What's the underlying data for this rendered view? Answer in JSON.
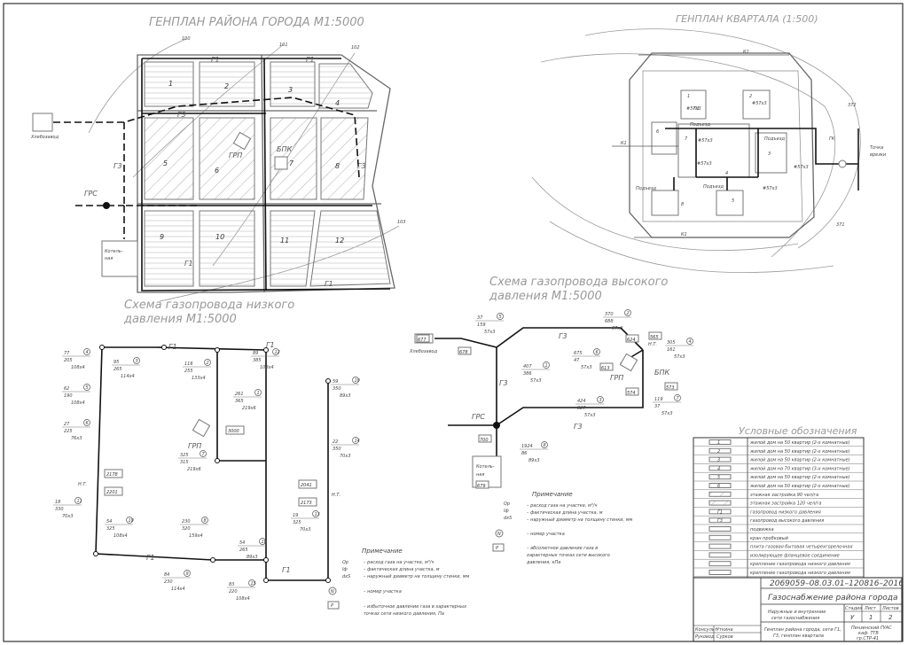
{
  "titles": {
    "city_plan": "ГЕНПЛАН РАЙОНА ГОРОДА М1:5000",
    "quarter_plan": "ГЕНПЛАН КВАРТАЛА (1:500)",
    "low_pressure_1": "Схема газопровода низкого",
    "low_pressure_2": "давления М1:5000",
    "high_pressure_1": "Схема газопровода высокого",
    "high_pressure_2": "давления М1:5000"
  },
  "city_plan": {
    "khlebozavod": "Хлебозавод",
    "kotelnaya_1": "Котель-",
    "kotelnaya_2": "ная",
    "grs": "ГРС",
    "grp": "ГРП",
    "bpk": "БПК",
    "g1_a": "Г1",
    "g1_b": "Г1",
    "g1_c": "Г1",
    "g1_d": "Г1",
    "g3_a": "Г3",
    "g3_b": "Г3",
    "g3_c": "Г3",
    "contour_100": "100",
    "contour_101": "101",
    "contour_102": "102",
    "contour_103": "103",
    "blocks": [
      "1",
      "2",
      "3",
      "4",
      "5",
      "6",
      "7",
      "8",
      "9",
      "10",
      "11",
      "12"
    ]
  },
  "quarter_plan": {
    "k1_top": "К1",
    "k1_left": "К1",
    "k1_bottom": "К1",
    "contour_372": "372",
    "contour_371": "371",
    "gk": "ГК",
    "tochka_1": "Точка",
    "tochka_2": "врезки",
    "podezd": "Подъезд",
    "n1": "1",
    "n2": "2",
    "n3": "3",
    "n4": "4",
    "n5": "5",
    "n6": "6",
    "n7": "7",
    "n8": "8",
    "label_a": "#57x3",
    "label_b": "П1"
  },
  "low_scheme": {
    "g1_top1": "Г1",
    "g1_top2": "Г1",
    "g1_bottom1": "Г1",
    "g1_bottom2": "Г1",
    "grp": "ГРП",
    "nt_left": "Н.Т.",
    "nt_right": "Н.Т.",
    "boxes": [
      "3000",
      "2178",
      "2201",
      "2041",
      "2173"
    ],
    "nodes": [
      {
        "n": "4",
        "q": "77",
        "l": "205",
        "d": "108x4"
      },
      {
        "n": "5",
        "q": "62",
        "l": "190",
        "d": "108x4"
      },
      {
        "n": "6",
        "q": "27",
        "l": "225",
        "d": "76x3"
      },
      {
        "n": "11",
        "q": "18",
        "l": "330",
        "d": "70x3"
      },
      {
        "n": "3",
        "q": "95",
        "l": "265",
        "d": "114x4"
      },
      {
        "n": "2",
        "q": "116",
        "l": "255",
        "d": "133x4"
      },
      {
        "n": "12",
        "q": "89",
        "l": "385",
        "d": "108x4"
      },
      {
        "n": "1",
        "q": "261",
        "l": "365",
        "d": "219x6"
      },
      {
        "n": "7",
        "q": "325",
        "l": "315",
        "d": "219x6"
      },
      {
        "n": "10",
        "q": "59",
        "l": "350",
        "d": "89x3"
      },
      {
        "n": "14",
        "q": "22",
        "l": "350",
        "d": "70x3"
      },
      {
        "n": "13",
        "q": "19",
        "l": "325",
        "d": "70x3"
      },
      {
        "n": "10",
        "q": "54",
        "l": "325",
        "d": "108x4"
      },
      {
        "n": "8",
        "q": "230",
        "l": "320",
        "d": "159x4"
      },
      {
        "n": "16",
        "q": "54",
        "l": "265",
        "d": "89x3"
      },
      {
        "n": "9",
        "q": "84",
        "l": "230",
        "d": "114x4"
      },
      {
        "n": "15",
        "q": "83",
        "l": "220",
        "d": "108x4"
      }
    ],
    "legend_qp": "Qp",
    "legend_l": "lф",
    "legend_d": "dxS",
    "legend_n": "N",
    "legend_p": "P",
    "note_title": "Примечание",
    "notes": [
      "– расход газа на участке, м³/ч",
      "– фактическая длина участка, м",
      "– наружный диаметр на толщину стенки, мм",
      "– номер участка",
      "– избыточное давление газа в характерных",
      "   точках сети низкого давления, Па"
    ]
  },
  "high_scheme": {
    "khlebozavod": "Хлебозавод",
    "kotelnaya_1": "Котель-",
    "kotelnaya_2": "ная",
    "grs": "ГРС",
    "grp": "ГРП",
    "bpk": "БПК",
    "nt": "Н.Т.",
    "g3_a": "Г3",
    "g3_b": "Г3",
    "g3_c": "Г3",
    "boxes": [
      "677",
      "678",
      "624",
      "565",
      "613",
      "574",
      "573",
      "700",
      "679"
    ],
    "nodes": [
      {
        "n": "5",
        "q": "37",
        "l": "159",
        "d": "57x3"
      },
      {
        "n": "2",
        "q": "370",
        "l": "688",
        "d": "57x3"
      },
      {
        "n": "4",
        "q": "305",
        "l": "161",
        "d": "57x3"
      },
      {
        "n": "6",
        "q": "675",
        "l": "47",
        "d": "57x3"
      },
      {
        "n": "1",
        "q": "407",
        "l": "386",
        "d": "57x3"
      },
      {
        "n": "3",
        "q": "424",
        "l": "827",
        "d": "57x3"
      },
      {
        "n": "7",
        "q": "119",
        "l": "37",
        "d": "57x3"
      },
      {
        "n": "8",
        "q": "1924",
        "l": "86",
        "d": "89x3"
      }
    ],
    "legend_qp": "Qp",
    "legend_l": "lф",
    "legend_d": "dxS",
    "legend_n": "N",
    "legend_p": "P",
    "note_title": "Примечание",
    "notes": [
      "– расход газа на участке, м³/ч",
      "– фактическая длина участка, м",
      "– наружный диаметр на толщину стенки, мм",
      "– номер участка",
      "– абсолютное давление газа в",
      "   характерных точках сети высокого",
      "   давления, кПа"
    ]
  },
  "legend": {
    "title": "Условные обозначения",
    "rows": [
      {
        "sym": "1",
        "text": "жилой дом на 50 квартир (2-х комнатные)"
      },
      {
        "sym": "2",
        "text": "жилой дом на 50 квартир (2-х комнатные)"
      },
      {
        "sym": "3",
        "text": "жилой дом на 50 квартир (2-х комнатные)"
      },
      {
        "sym": "4",
        "text": "жилой дом на 70 квартир (3-х комнатные)"
      },
      {
        "sym": "5",
        "text": "жилой дом на 50 квартир (2-х комнатные)"
      },
      {
        "sym": "6",
        "text": "жилой дом на 50 квартир (2-х комнатные)"
      },
      {
        "sym": "",
        "text": "этажная застройка 90 чел/га"
      },
      {
        "sym": "",
        "text": "этажная застройка 120 чел/га"
      },
      {
        "sym": "Г1",
        "text": "газопровод низкого давления"
      },
      {
        "sym": "Г3",
        "text": "газопровод высокого давления"
      },
      {
        "sym": "",
        "text": "подвижка"
      },
      {
        "sym": "",
        "text": "кран пробковый"
      },
      {
        "sym": "",
        "text": "плита газовая бытовая четырехгорелочная"
      },
      {
        "sym": "",
        "text": "изолирующее фланцевое соединение"
      },
      {
        "sym": "",
        "text": "крепление газопровода низкого давления"
      },
      {
        "sym": "",
        "text": "крепление газопровода низкого давления"
      }
    ]
  },
  "stamp": {
    "code": "2069059–08.03.01–120816–2016",
    "title": "Газоснабжение района города",
    "sub_1": "Наружные и внутренние",
    "sub_2": "сети газоснабжения",
    "col_stage": "Стадия",
    "col_sheet": "Лист",
    "col_sheets": "Листов",
    "stage": "У",
    "sheet": "1",
    "sheets": "2",
    "desc_1": "Генплан района города, сети Г1,",
    "desc_2": "Г3, генплан квартала",
    "org_1": "Пензенский ГУАС",
    "org_2": "каф. ТГВ",
    "org_3": "гр.СТР-41",
    "role_1": "Консульт",
    "role_2": "Руковод",
    "person_1": "Уткина",
    "person_2": "Сурков"
  }
}
